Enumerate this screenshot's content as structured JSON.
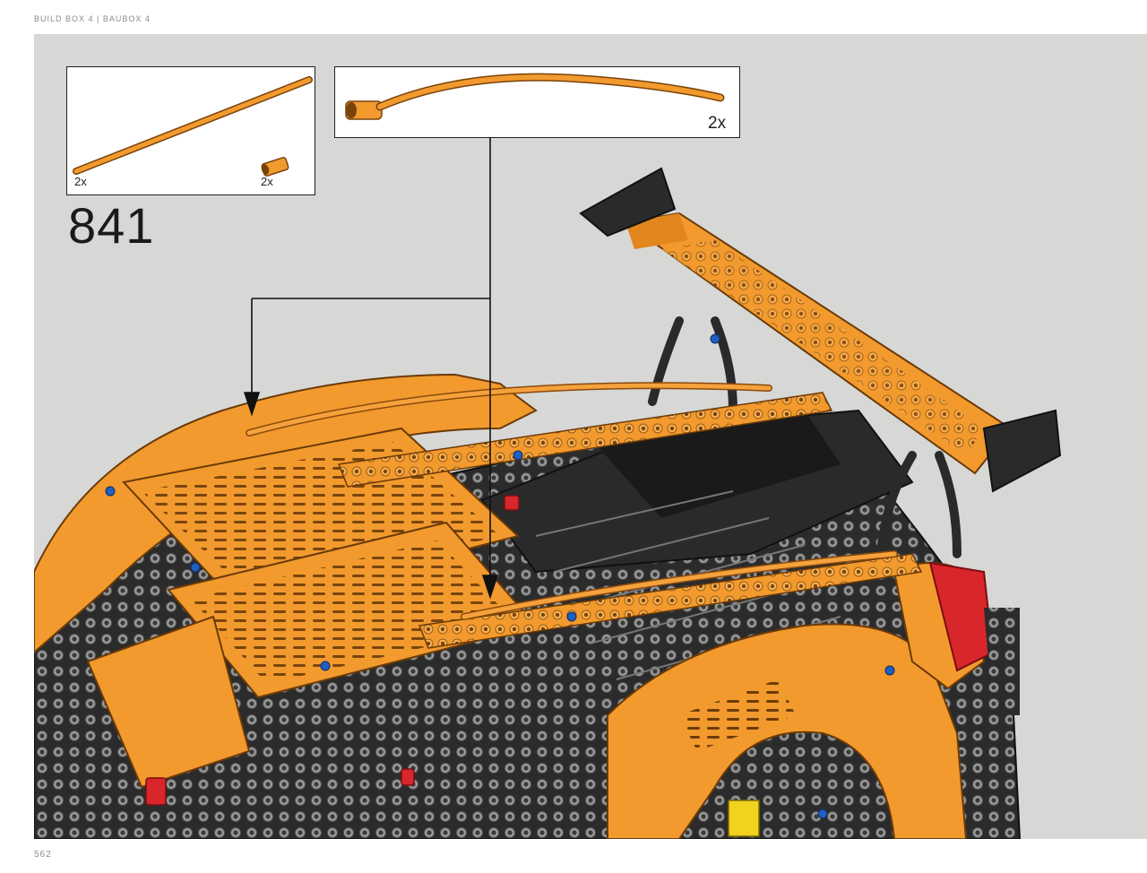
{
  "header": {
    "text": "BUILD BOX 4  |  BAUBOX 4"
  },
  "footer": {
    "page_number": "562"
  },
  "step": {
    "number": "841"
  },
  "callout_parts": {
    "axle_quantity": "2x",
    "connector_quantity": "2x"
  },
  "callout_hose": {
    "quantity": "2x"
  },
  "colors": {
    "background": "#d7d7d6",
    "orange": "#f29a2e",
    "orange_dark": "#c46f12",
    "frame_black": "#2a2a2a",
    "pin_grey": "#8c8c8c",
    "red_accent": "#d8262b",
    "blue_pin": "#1f5fbf"
  }
}
